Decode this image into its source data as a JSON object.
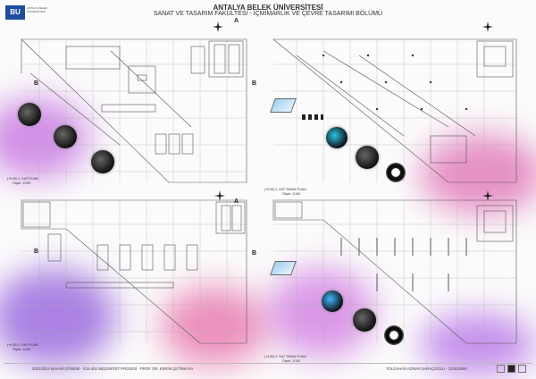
{
  "header": {
    "logo_text": "BU",
    "logo_sub": "ANTALYA BELEK ÜNİVERSİTESİ",
    "university": "ANTALYA BELEK ÜNİVERSİTESİ",
    "faculty": "SANAT VE TASARIM FAKÜLTESİ - İÇMİMARLIK VE ÇEVRE TASARIMI BÖLÜMÜ"
  },
  "plans": {
    "floor1": {
      "label": "(+0.00) 1. KAT PLANI",
      "scale": "Ölçek: 1/100"
    },
    "ceiling1": {
      "label": "(+0.00) 1. KAT TAVAN PLANI",
      "scale": "Ölçek: 1/100"
    },
    "floor2": {
      "label": "(+4.50) 2. KAT PLANI",
      "scale": "Ölçek: 1/100"
    },
    "ceiling2": {
      "label": "(+4.50) 2. KAT TAVAN PLANI",
      "scale": "Ölçek: 1/100"
    },
    "section_mark_b": "B",
    "section_mark_a": "A"
  },
  "footer": {
    "left": "2023/2024 BAHAR DÖNEMİ - İCM 402 MEZUNİYET PROJESİ - PROF. DR. KERİM ÇETİNKAYA",
    "right": "TOLGAHAN ADNAN SARAÇOĞLU - 210015006"
  }
}
